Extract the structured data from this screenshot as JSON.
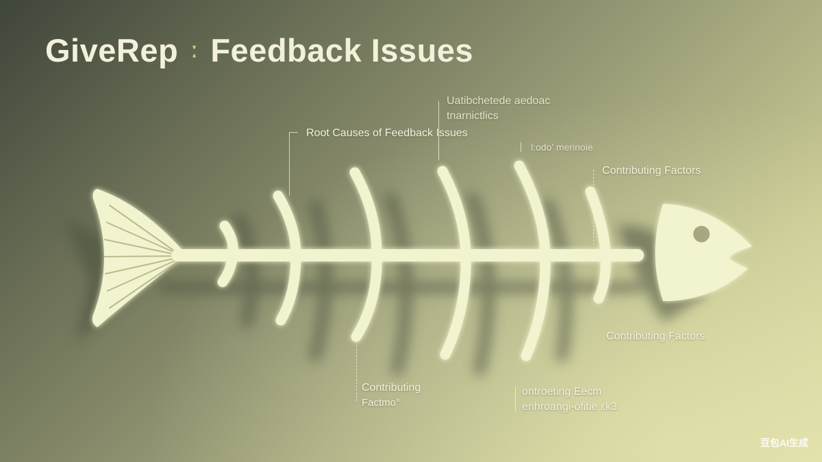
{
  "title": {
    "left": "GiveRep",
    "separator": "ː",
    "right": "Feedback Issues"
  },
  "labels": {
    "root_causes": "Root Causes of Feedback Issues",
    "top_garbled_line1": "Uatibchetede aedoac",
    "top_garbled_line2": "tnarnictlics",
    "top_small": "l:odo' merinoie",
    "contributing_top_right": "Contributing Factors",
    "contributing_bottom_right": "Contributing Factors",
    "contributing_bottom_left_line1": "Contributing",
    "contributing_bottom_left_line2": "Factmo°",
    "bottom_mid_line1": "ontroeting Eecm",
    "bottom_mid_line2": "enhroangi-öfitie εk3."
  },
  "watermark": "豆包AI生成",
  "colors": {
    "bone": "#f2f4cf",
    "bone_glow": "#f6f8d8",
    "shadow": "#4a4f3c",
    "accent": "#b6d67c"
  }
}
